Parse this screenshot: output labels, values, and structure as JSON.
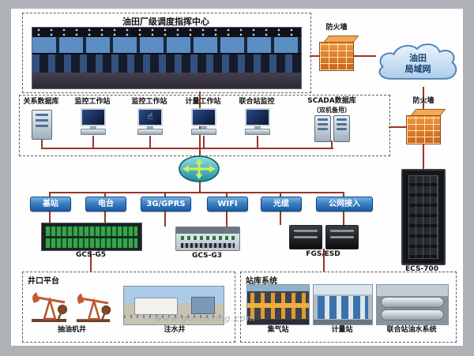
{
  "colors": {
    "connector_line": "#9c3428",
    "button_blue": "#1b5ca6",
    "firewall_orange": "#e07b2a",
    "module_green": "#3aa24e"
  },
  "icons": {
    "hand": "☝"
  },
  "top_section": {
    "title": "油田厂级调度指挥中心"
  },
  "firewall_top": {
    "label": "防火墙"
  },
  "firewall_right": {
    "label": "防火墙"
  },
  "cloud": {
    "line1": "油田",
    "line2": "局域网"
  },
  "workstations": {
    "items": [
      {
        "label": "关系数据库"
      },
      {
        "label": "监控工作站"
      },
      {
        "label": "监控工作站"
      },
      {
        "label": "计量工作站"
      },
      {
        "label": "联合站监控"
      }
    ],
    "scada": {
      "line1": "SCADA数据库",
      "line2": "（双机备用）"
    }
  },
  "network": {
    "buttons": [
      {
        "label": "基站"
      },
      {
        "label": "电台"
      },
      {
        "label": "3G/GPRS"
      },
      {
        "label": "WIFI"
      },
      {
        "label": "光缆"
      },
      {
        "label": "公网接入"
      }
    ]
  },
  "devices": {
    "gcs_g5": "GCS-G5",
    "gcs_g3": "GCS-G3",
    "fgs_esd": "FGS/ESD",
    "ecs_700": "ECS-700"
  },
  "wellhead": {
    "title": "井口平台",
    "pump_label": "抽油机井",
    "injection_label": "注水井"
  },
  "station": {
    "title": "站库系统",
    "gas_label": "集气站",
    "meter_label": "计量站",
    "union_label": "联合站油水系统"
  },
  "watermark": "www.gongkong.com"
}
